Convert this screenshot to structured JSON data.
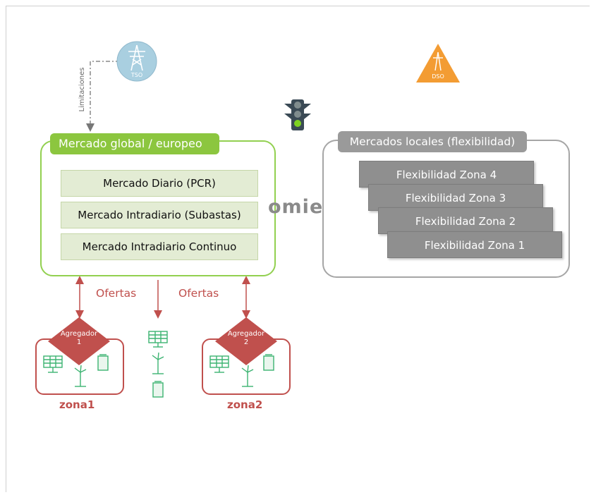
{
  "tso": {
    "label": "TSO"
  },
  "dso": {
    "label": "DSO"
  },
  "limitaciones": "Limitaciones",
  "global_market": {
    "title": "Mercado global / europeo",
    "rows": [
      "Mercado Diario (PCR)",
      "Mercado Intradiario (Subastas)",
      "Mercado Intradiario Continuo"
    ]
  },
  "local_markets": {
    "title": "Mercados locales (flexibilidad)",
    "zones": [
      "Flexibilidad Zona 4",
      "Flexibilidad Zona 3",
      "Flexibilidad Zona 2",
      "Flexibilidad Zona 1"
    ]
  },
  "omie": "omie",
  "ofertas": [
    "Ofertas",
    "Ofertas"
  ],
  "aggregators": [
    {
      "line1": "Agregador",
      "line2": "1",
      "zone": "zona1"
    },
    {
      "line1": "Agregador",
      "line2": "2",
      "zone": "zona2"
    }
  ],
  "colors": {
    "green": "#8cc63f",
    "grey": "#9a9a9a",
    "red": "#c0504d",
    "orange": "#f39c33",
    "tso_blue": "#a9cfe0",
    "icon_green": "#3cb371"
  },
  "icons": [
    "transmission-tower-icon",
    "traffic-light-icon",
    "solar-panel-icon",
    "wind-turbine-icon",
    "battery-icon",
    "toggle-icon"
  ]
}
